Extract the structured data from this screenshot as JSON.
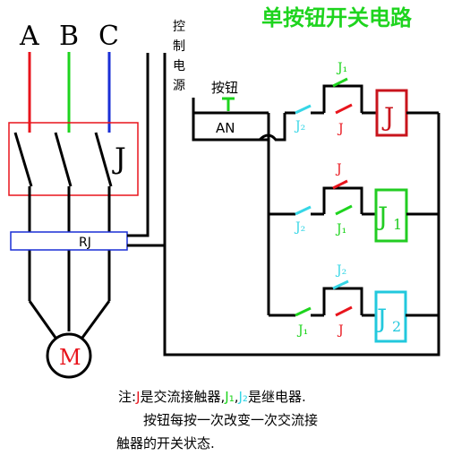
{
  "title": "单按钮开关电路",
  "phases": {
    "a": "A",
    "b": "B",
    "c": "C"
  },
  "contactor_label": "J",
  "thermal_relay_label": "RJ",
  "motor_label": "M",
  "control_power_chars": [
    "控",
    "制",
    "电",
    "源"
  ],
  "button": {
    "caption": "按钮",
    "label": "AN"
  },
  "row1": {
    "top_contact": "J₁",
    "left_contact": "J₂",
    "bottom_contact": "J",
    "coil": "J"
  },
  "row2": {
    "top_contact": "J",
    "left_contact": "J₂",
    "bottom_contact": "J₁",
    "coil_main": "J",
    "coil_sub": "1"
  },
  "row3": {
    "top_contact": "J₂",
    "left_contact": "J₁",
    "bottom_contact": "J",
    "coil_main": "J",
    "coil_sub": "2"
  },
  "note": {
    "prefix": "注:",
    "j": "J",
    "t1": "是交流接触器,",
    "j1": "J₁",
    "comma": ",",
    "j2": "J₂",
    "t2": "是继电器.",
    "line2": "按钮每按一次改变一次交流接",
    "line3": "触器的开关状态."
  },
  "colors": {
    "red": "#e8141c",
    "green": "#1ed41e",
    "blue": "#1a2fd6",
    "cyan": "#36d6e6",
    "coil_red": "#c8141c",
    "coil_green": "#22cc22",
    "coil_cyan": "#22c8dd"
  }
}
